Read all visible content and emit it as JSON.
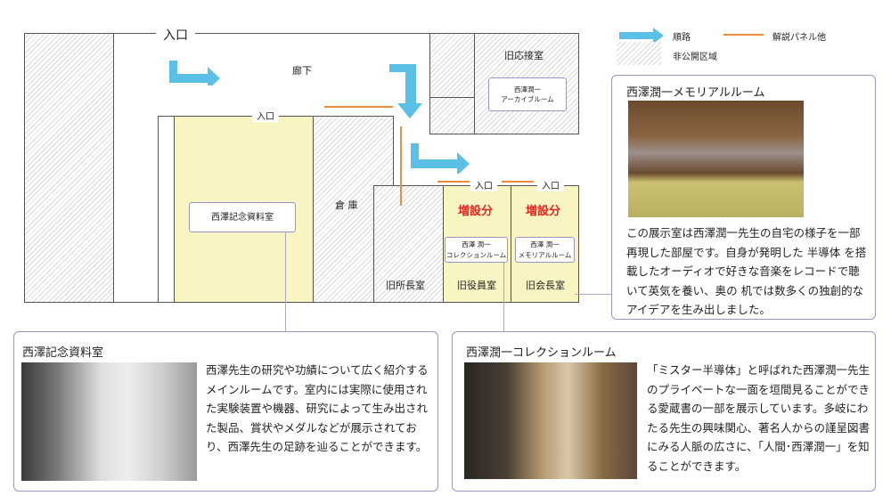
{
  "legend": {
    "route": "順路",
    "panel": "解説パネル他",
    "restricted": "非公開区域"
  },
  "floor": {
    "main_entrance": "入口",
    "corridor": "廊下",
    "entrance": "入口",
    "reception": "旧応接室",
    "archive_room": [
      "西澤潤一",
      "アーカイブルーム"
    ],
    "memorial_hall": "西澤記念資料室",
    "storage": "倉 庫",
    "director_room": "旧所長室",
    "officer_room": "旧役員室",
    "chairman_room": "旧会長室",
    "extension": "増設分",
    "collection_room": [
      "西澤 潤一",
      "コレクションルーム"
    ],
    "memorial_room": [
      "西澤 潤一",
      "メモリアルルーム"
    ]
  },
  "panels": {
    "memorial": {
      "title": "西澤潤一メモリアルルーム",
      "text": "この展示室は西澤潤一先生の自宅の様子を一部再現した部屋です。自身が発明した 半導体 を搭載したオーディオで好きな音楽をレコードで聴いて英気を養い、奥の 机では数多くの独創的なアイデアを生み出しました。"
    },
    "hall": {
      "title": "西澤記念資料室",
      "text": "西澤先生の研究や功績について広く紹介するメインルームです。室内には実際に使用された実験装置や機器、研究によって生み出された製品、賞状やメダルなどが展示されており、西澤先生の足跡を辿ることができます。"
    },
    "collection": {
      "title": "西澤潤一コレクションルーム",
      "text": "「ミスター半導体」と呼ばれた西澤潤一先生のプライベートな一面を垣間見ることができる愛蔵書の一部を展示しています。多岐にわたる先生の興味関心、著名人からの謹呈図書にみる人脈の広さに、「人間･西澤潤一」を知ることができます。"
    }
  },
  "colors": {
    "arrow": "#5bc0e6",
    "panel_line": "#f08a3c",
    "room_yellow": "#f9f5c3",
    "extension_red": "#e8221c"
  }
}
